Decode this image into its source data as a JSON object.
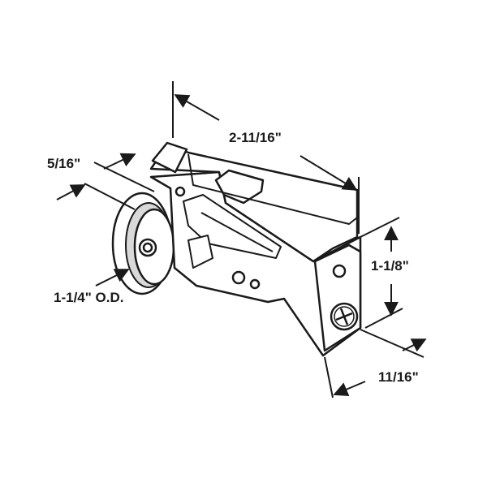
{
  "diagram": {
    "line_color": "#1a1a1a",
    "fill_color": "#ffffff",
    "shade_color": "#d9d9d9"
  },
  "dimensions": {
    "length": "2-11/16\"",
    "wheel_width": "5/16\"",
    "height": "1-1/8\"",
    "wheel_diameter": "1-1/4\" O.D.",
    "depth": "11/16\""
  }
}
